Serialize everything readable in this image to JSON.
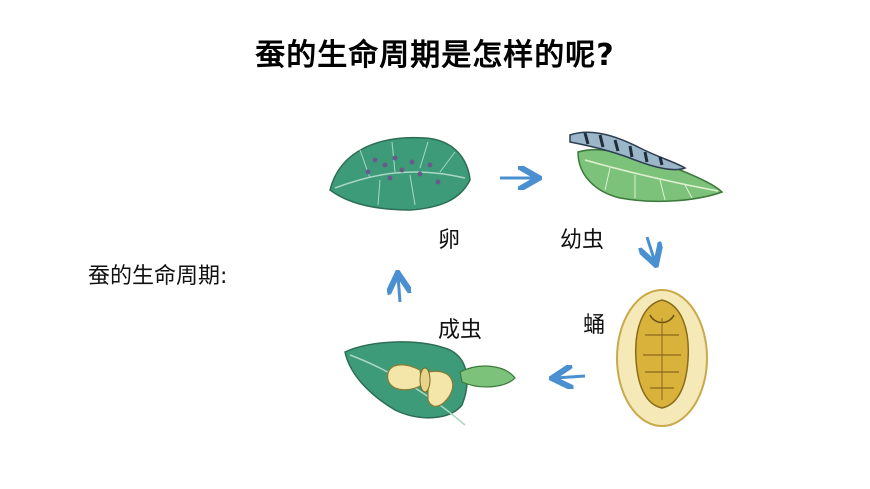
{
  "title": "蚕的生命周期是怎样的呢?",
  "left_label": "蚕的生命周期:",
  "stages": {
    "egg": "卵",
    "larva": "幼虫",
    "pupa": "蛹",
    "adult": "成虫"
  },
  "colors": {
    "arrow": "#4a90d0",
    "leaf": "#3e9b7a",
    "leaf_light": "#7cc27a",
    "pupa": "#d8b23a",
    "pupa_bg": "#f5e9b8"
  }
}
